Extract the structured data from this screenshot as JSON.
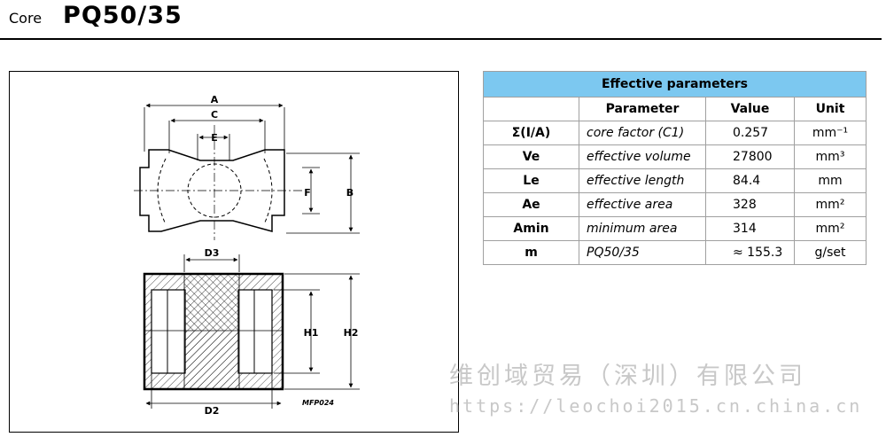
{
  "header": {
    "core_label": "Core",
    "part_title": "PQ50/35"
  },
  "drawing": {
    "dim_labels": {
      "A": "A",
      "C": "C",
      "E": "E",
      "F": "F",
      "B": "B",
      "D3": "D3",
      "H1": "H1",
      "H2": "H2",
      "D2": "D2"
    },
    "figure_code": "MFP024"
  },
  "table": {
    "title": "Effective parameters",
    "headers": [
      "",
      "Parameter",
      "Value",
      "Unit"
    ],
    "rows": [
      {
        "symbol": "Σ(I/A)",
        "parameter": "core factor (C1)",
        "value": "0.257",
        "unit": "mm⁻¹"
      },
      {
        "symbol": "Ve",
        "parameter": "effective volume",
        "value": "27800",
        "unit": "mm³"
      },
      {
        "symbol": "Le",
        "parameter": "effective length",
        "value": "84.4",
        "unit": "mm"
      },
      {
        "symbol": "Ae",
        "parameter": "effective area",
        "value": "328",
        "unit": "mm²"
      },
      {
        "symbol": "Amin",
        "parameter": "minimum area",
        "value": "314",
        "unit": "mm²"
      },
      {
        "symbol": "m",
        "parameter": "PQ50/35",
        "value": "≈ 155.3",
        "unit": "g/set"
      }
    ]
  },
  "watermark": {
    "company": "维创域贸易（深圳）有限公司",
    "url": "https://leochoi2015.cn.china.cn"
  }
}
